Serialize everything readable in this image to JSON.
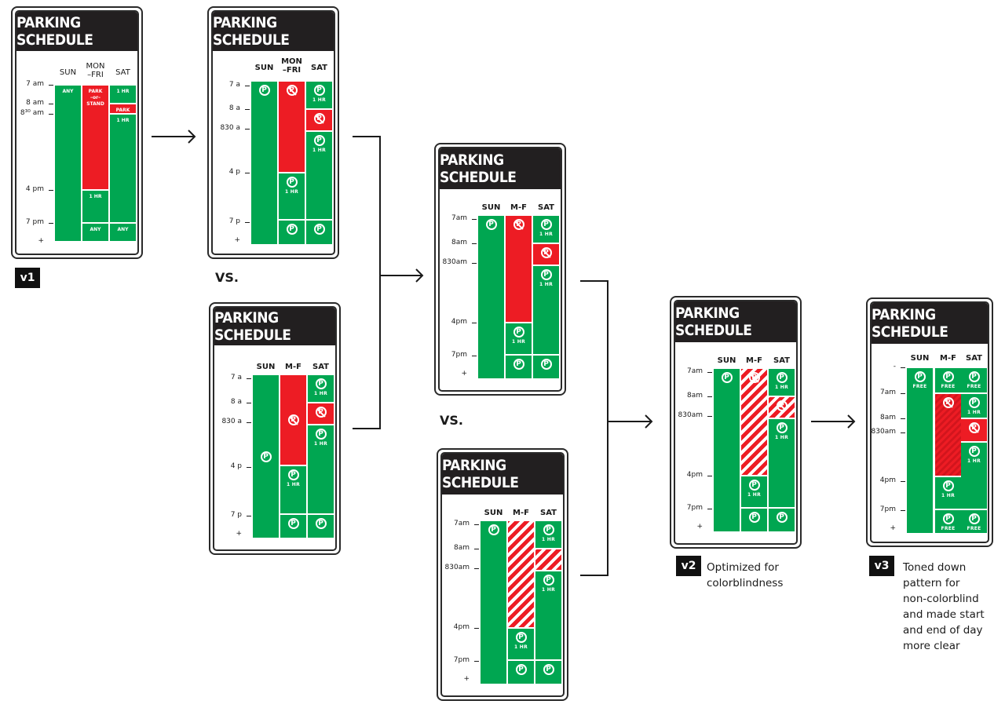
{
  "title": "PARKING SCHEDULE",
  "vs_label": "VS.",
  "colors": {
    "green": "#00a651",
    "red": "#ed1c24",
    "header": "#221f20"
  },
  "signs": [
    {
      "id": "s1",
      "days": [
        "SUN",
        "MON\n–FRI",
        "SAT"
      ],
      "times": [
        "7 am",
        "8 am",
        "8³⁰ am",
        "4 pm",
        "7 pm",
        "+"
      ],
      "cols": [
        [
          {
            "c": "g",
            "t": "ANY"
          }
        ],
        [
          {
            "c": "r",
            "t": "PARK\n–or–\nSTAND"
          },
          {
            "c": "g",
            "t": "1 HR"
          },
          {
            "c": "g",
            "t": "ANY"
          }
        ],
        [
          {
            "c": "g",
            "t": "1 HR"
          },
          {
            "c": "r",
            "t": "PARK"
          },
          {
            "c": "g",
            "t": "1 HR"
          },
          {
            "c": "g",
            "t": "ANY"
          }
        ]
      ]
    },
    {
      "id": "s2",
      "days": [
        "SUN",
        "MON\n–FRI",
        "SAT"
      ],
      "times": [
        "7 a",
        "8 a",
        "830 a",
        "4 p",
        "7 p",
        "+"
      ],
      "cols": [
        [
          {
            "c": "g",
            "i": "p"
          }
        ],
        [
          {
            "c": "r",
            "i": "nop"
          },
          {
            "c": "g",
            "i": "p",
            "l": "1 HR"
          },
          {
            "c": "g",
            "i": "p"
          }
        ],
        [
          {
            "c": "g",
            "i": "p",
            "l": "1 HR"
          },
          {
            "c": "r",
            "i": "nop"
          },
          {
            "c": "g",
            "i": "p",
            "l": "1 HR"
          },
          {
            "c": "g",
            "i": "p"
          }
        ]
      ]
    },
    {
      "id": "s3",
      "days": [
        "SUN",
        "M-F",
        "SAT"
      ],
      "times": [
        "7 a",
        "8 a",
        "830 a",
        "4 p",
        "7 p",
        "+"
      ],
      "cols": [
        [
          {
            "c": "g",
            "i": "p",
            "mid": true
          }
        ],
        [
          {
            "c": "r",
            "i": "nop",
            "mid": true
          },
          {
            "c": "g",
            "i": "p",
            "l": "1 HR"
          },
          {
            "c": "g",
            "i": "p"
          }
        ],
        [
          {
            "c": "g",
            "i": "p",
            "l": "1 HR"
          },
          {
            "c": "r",
            "i": "nop"
          },
          {
            "c": "g",
            "i": "p",
            "l": "1 HR"
          },
          {
            "c": "g",
            "i": "p"
          }
        ]
      ]
    },
    {
      "id": "s4",
      "days": [
        "SUN",
        "M-F",
        "SAT"
      ],
      "times": [
        "7am",
        "8am",
        "830am",
        "4pm",
        "7pm",
        "+"
      ],
      "cols": [
        [
          {
            "c": "g",
            "i": "p"
          }
        ],
        [
          {
            "c": "r",
            "i": "nop"
          },
          {
            "c": "g",
            "i": "p",
            "l": "1 HR"
          },
          {
            "c": "g",
            "i": "p"
          }
        ],
        [
          {
            "c": "g",
            "i": "p",
            "l": "1 HR"
          },
          {
            "c": "r",
            "i": "nop"
          },
          {
            "c": "g",
            "i": "p",
            "l": "1 HR"
          },
          {
            "c": "g",
            "i": "p"
          }
        ]
      ]
    },
    {
      "id": "s5",
      "days": [
        "SUN",
        "M-F",
        "SAT"
      ],
      "times": [
        "7am",
        "8am",
        "830am",
        "4pm",
        "7pm",
        "+"
      ],
      "cols": [
        [
          {
            "c": "g",
            "i": "p"
          }
        ],
        [
          {
            "c": "rs"
          },
          {
            "c": "g",
            "i": "p",
            "l": "1 HR"
          },
          {
            "c": "g",
            "i": "p"
          }
        ],
        [
          {
            "c": "g",
            "i": "p",
            "l": "1 HR"
          },
          {
            "c": "rs"
          },
          {
            "c": "g",
            "i": "p",
            "l": "1 HR"
          },
          {
            "c": "g",
            "i": "p"
          }
        ]
      ]
    },
    {
      "id": "s6",
      "days": [
        "SUN",
        "M-F",
        "SAT"
      ],
      "times": [
        "7am",
        "8am",
        "830am",
        "4pm",
        "7pm",
        "+"
      ],
      "cols": [
        [
          {
            "c": "g",
            "i": "p"
          }
        ],
        [
          {
            "c": "rs",
            "i": "nop"
          },
          {
            "c": "g",
            "i": "p",
            "l": "1 HR"
          },
          {
            "c": "g",
            "i": "p"
          }
        ],
        [
          {
            "c": "g",
            "i": "p",
            "l": "1 HR"
          },
          {
            "c": "rs",
            "i": "nop"
          },
          {
            "c": "g",
            "i": "p",
            "l": "1 HR"
          },
          {
            "c": "g",
            "i": "p"
          }
        ]
      ]
    },
    {
      "id": "s7",
      "days": [
        "SUN",
        "M-F",
        "SAT"
      ],
      "times": [
        "-",
        "7am",
        "8am",
        "830am",
        "4pm",
        "7pm",
        "+"
      ],
      "cols": [
        [
          {
            "c": "g",
            "i": "p",
            "l": "FREE"
          }
        ],
        [
          {
            "c": "g",
            "i": "p",
            "l": "FREE"
          },
          {
            "c": "rd",
            "i": "nop"
          },
          {
            "c": "g",
            "i": "p",
            "l": "1 HR"
          },
          {
            "c": "g",
            "i": "p",
            "l": "FREE"
          }
        ],
        [
          {
            "c": "g",
            "i": "p",
            "l": "FREE"
          },
          {
            "c": "g",
            "i": "p",
            "l": "1 HR"
          },
          {
            "c": "r",
            "i": "nop"
          },
          {
            "c": "g",
            "i": "p",
            "l": "1 HR"
          },
          {
            "c": "g",
            "i": "p",
            "l": "FREE"
          }
        ]
      ]
    }
  ],
  "badges": {
    "v1": "v1",
    "v2": "v2",
    "v3": "v3"
  },
  "captions": {
    "v2": [
      "Optimized for",
      "colorblindness"
    ],
    "v3": [
      "Toned down",
      "pattern for",
      "non-colorblind",
      "and made start",
      "and end of day",
      "more clear"
    ]
  }
}
